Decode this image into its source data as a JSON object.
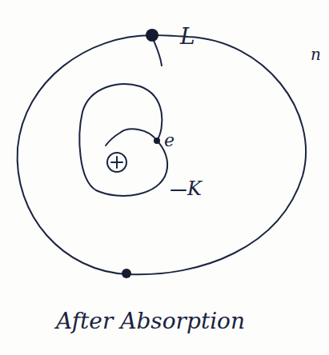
{
  "diagram": {
    "labels": [
      "L",
      "e",
      "K",
      "After Absorption",
      "n"
    ]
  }
}
